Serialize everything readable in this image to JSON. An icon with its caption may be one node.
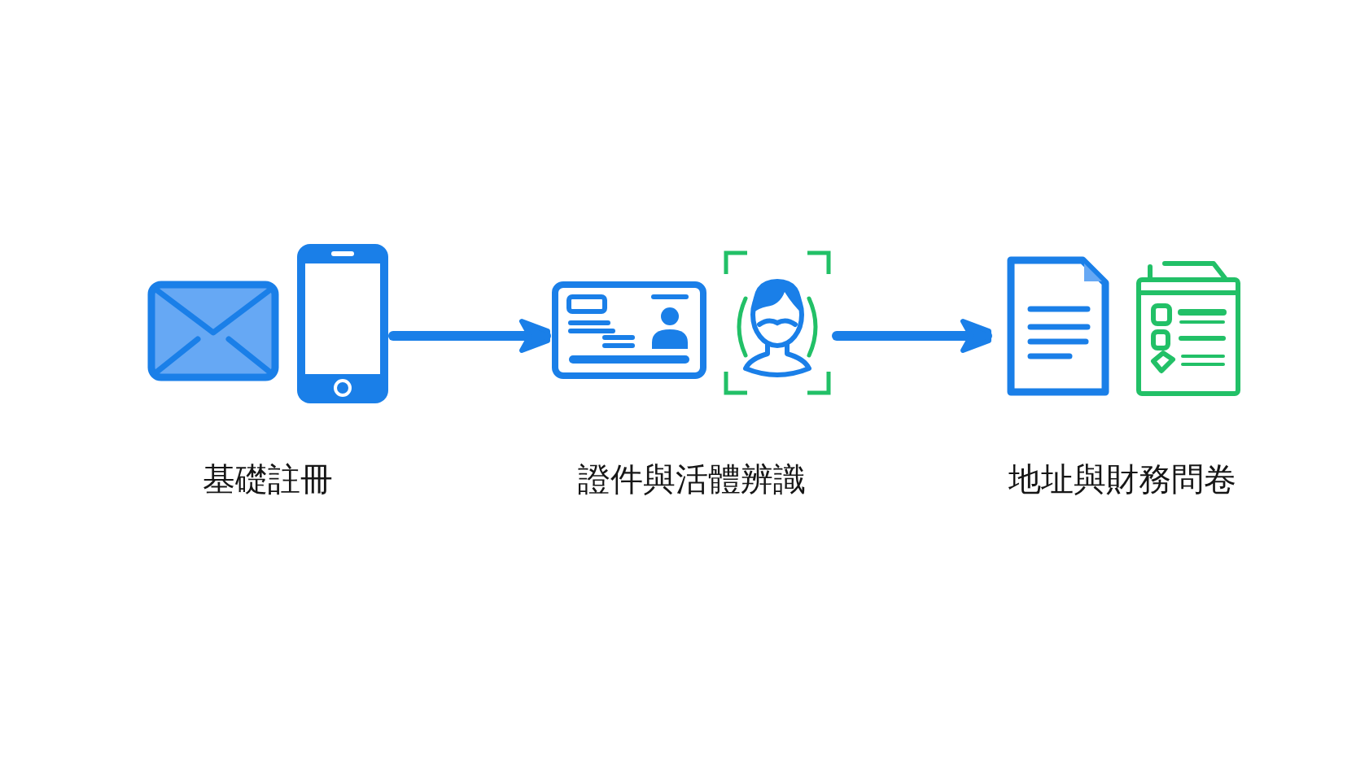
{
  "diagram": {
    "nodes": [
      {
        "text": [
          "基礎註冊"
        ]
      },
      {
        "text": [
          "證件與活體辨識"
        ]
      },
      {
        "text": [
          "地址與財務問卷"
        ]
      }
    ],
    "edges": [
      {
        "from": 0,
        "to": 1,
        "arrow": "to"
      },
      {
        "from": 1,
        "to": 2,
        "arrow": "to"
      }
    ]
  }
}
